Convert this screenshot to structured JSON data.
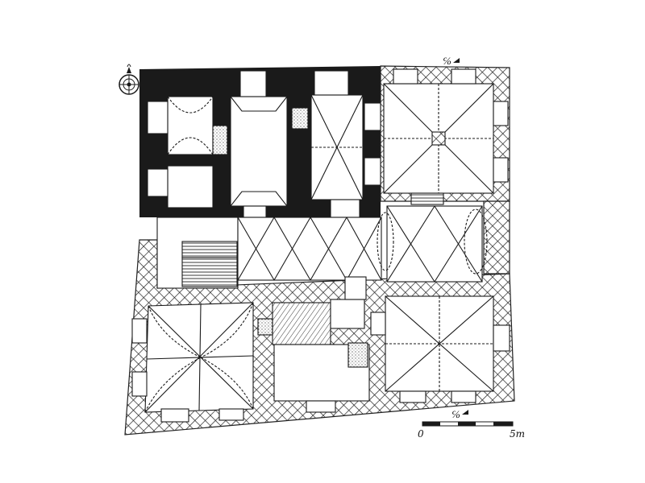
{
  "scale_bar": {
    "start_label": "0",
    "end_label": "5m"
  },
  "section_marks": [
    {
      "label": "℅",
      "position": "top"
    },
    {
      "label": "℅",
      "position": "bottom"
    }
  ],
  "colors": {
    "wall_dark": "#1a1a1a",
    "ink": "#1a1a1a",
    "paper": "#ffffff"
  },
  "icons": {
    "compass": "compass-rose-icon",
    "section_arrow": "section-arrow-icon"
  }
}
